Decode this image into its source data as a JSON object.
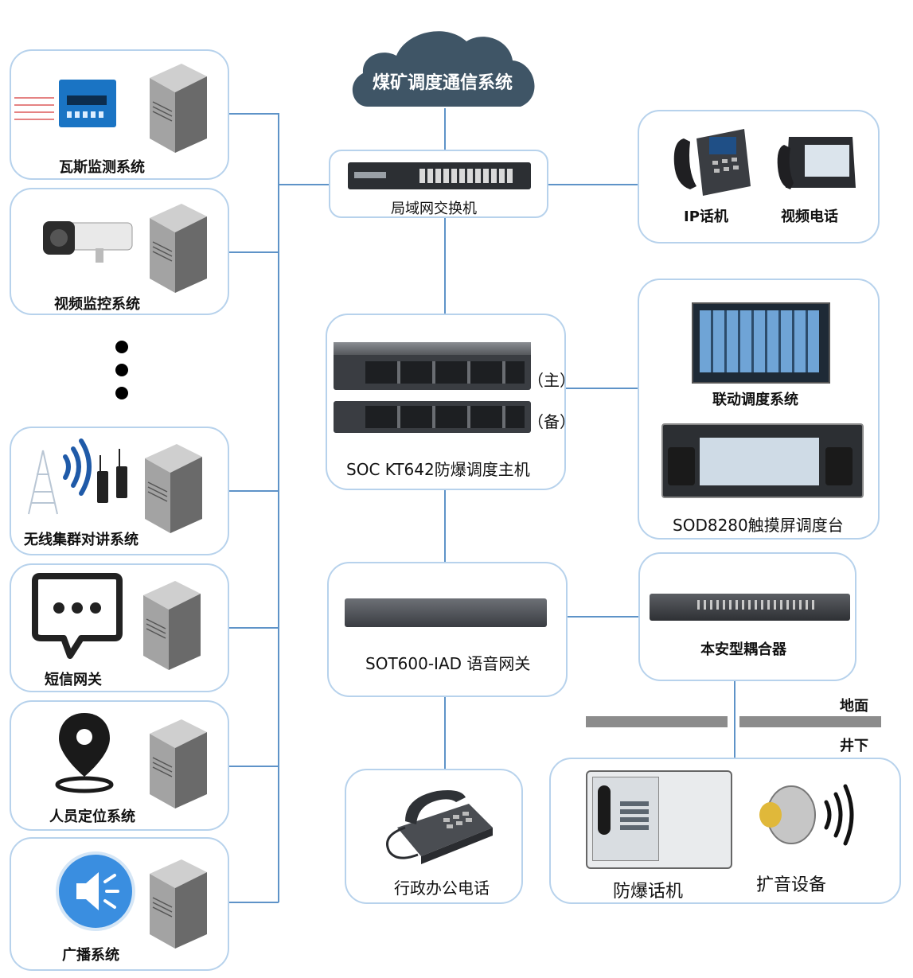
{
  "cloud": {
    "title": "煤矿调度通信系统"
  },
  "left_systems": [
    {
      "label": "瓦斯监测系统"
    },
    {
      "label": "视频监控系统"
    },
    {
      "label": "无线集群对讲系统"
    },
    {
      "label": "短信网关"
    },
    {
      "label": "人员定位系统"
    },
    {
      "label": "广播系统"
    }
  ],
  "center": {
    "switch_label": "局域网交换机",
    "host_label": "SOC KT642防爆调度主机",
    "host_primary": "（主）",
    "host_backup": "（备）",
    "gateway_label": "SOT600-IAD 语音网关",
    "office_phone_label": "行政办公电话"
  },
  "right": {
    "ip_phone_label": "IP话机",
    "video_phone_label": "视频电话",
    "linkage_label": "联动调度系统",
    "console_label": "SOD8280触摸屏调度台",
    "coupler_label": "本安型耦合器",
    "explosion_phone_label": "防爆话机",
    "speaker_label": "扩音设备"
  },
  "zones": {
    "ground": "地面",
    "underground": "井下"
  },
  "colors": {
    "box_border": "#b7d2ec",
    "line": "#5e93c8",
    "cloud": "#3f5566"
  }
}
